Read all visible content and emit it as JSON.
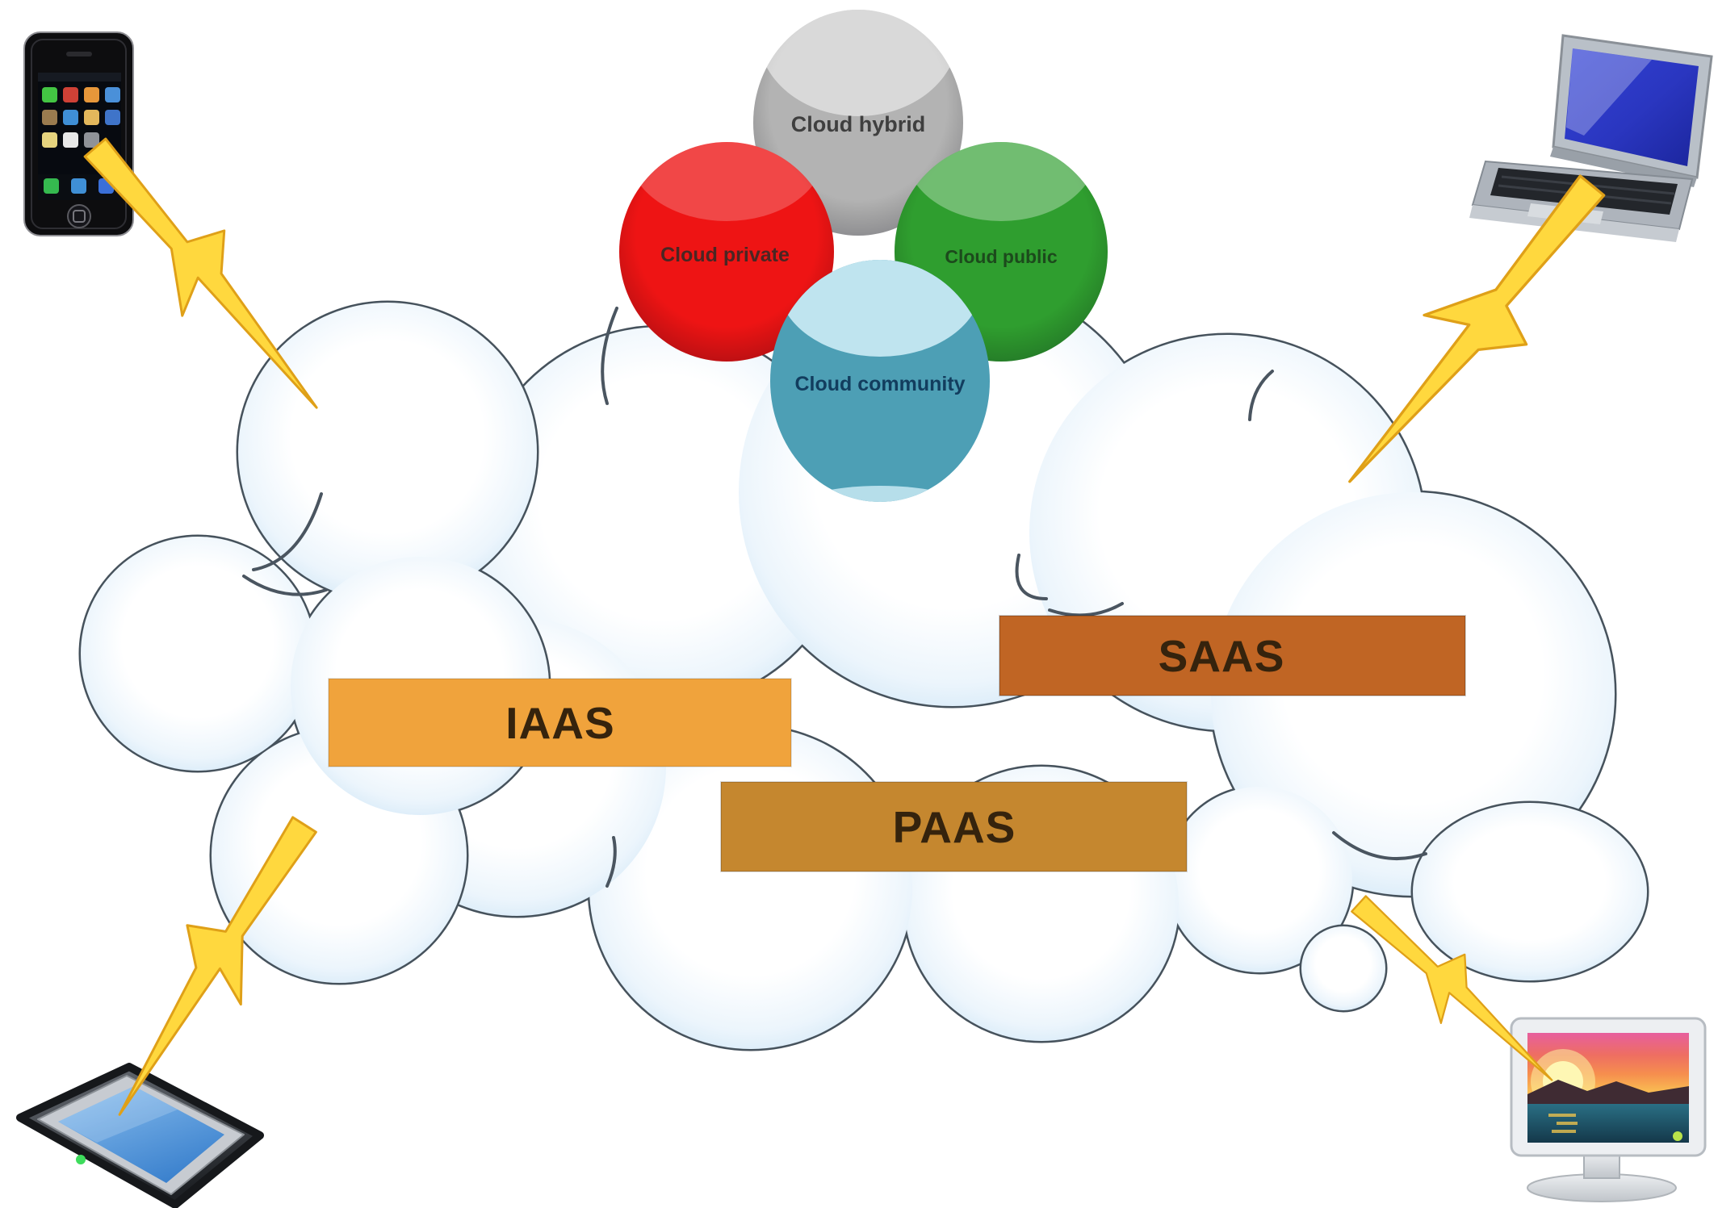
{
  "diagram": {
    "background_color": "#ffffff",
    "cloud": {
      "name": "cloud",
      "fill": "#eef6fc",
      "edge_tint": "#cbe2f4",
      "outline_color": "#46525c"
    },
    "deployment_models": [
      {
        "label": "Cloud hybrid",
        "color": "#b3b3b3",
        "text_color": "#3f3f3f"
      },
      {
        "label": "Cloud private",
        "color": "#ee1414",
        "text_color": "#4a2623"
      },
      {
        "label": "Cloud public",
        "color": "#2f9e2f",
        "text_color": "#1c4a1c"
      },
      {
        "label": "Cloud community",
        "color": "#4d9fb5",
        "text_color": "#123d5e"
      }
    ],
    "service_models": [
      {
        "label": "SAAS",
        "color": "#c06524",
        "text_color": "#35230d"
      },
      {
        "label": "IAAS",
        "color": "#f0a33c",
        "text_color": "#35230d"
      },
      {
        "label": "PAAS",
        "color": "#c5872f",
        "text_color": "#35230d"
      }
    ],
    "devices": [
      {
        "name": "smartphone"
      },
      {
        "name": "laptop"
      },
      {
        "name": "tablet"
      },
      {
        "name": "desktop-monitor"
      }
    ],
    "lightning": {
      "color": "#ffd83e",
      "outline": "#dfa018"
    }
  }
}
